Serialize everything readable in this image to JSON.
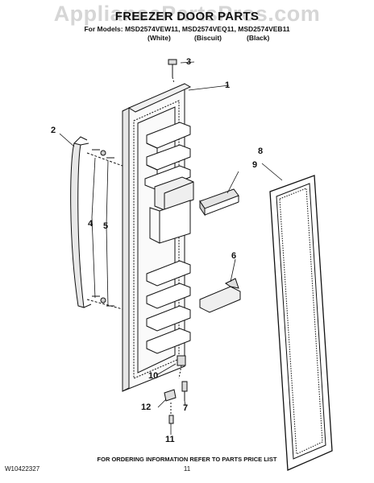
{
  "header": {
    "watermark": "AppliancePartsPros.com",
    "title": "FREEZER DOOR PARTS",
    "models": "For Models: MSD2574VEW11, MSD2574VEQ11, MSD2574VEB11",
    "variants": [
      "(White)",
      "(Biscuit)",
      "(Black)"
    ]
  },
  "callouts": [
    "1",
    "2",
    "3",
    "4",
    "5",
    "6",
    "7",
    "8",
    "9",
    "10",
    "11",
    "12"
  ],
  "footer": {
    "ordering_note": "FOR ORDERING INFORMATION REFER TO PARTS PRICE LIST",
    "doc_number": "W10422327",
    "page_number": "11"
  }
}
